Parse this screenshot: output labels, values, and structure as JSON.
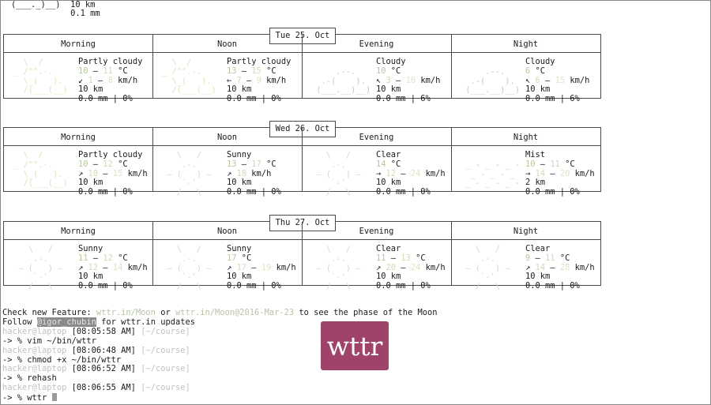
{
  "top": {
    "visibility_line": "(___._)__)  10 km",
    "precip_line": "            0.1 mm"
  },
  "icons": {
    "partly_cloudy": "  \\  /\n_ /\"\".-.\n  \\_(   ).\n  /(___(__)",
    "cloudy": "\n     .--.\n  .-(    ).\n (___.__)__)",
    "sunny": "   \\   /\n    .-.\n ― (   ) ―\n    `-'\n   /   \\",
    "mist": "\n _ - _ - _ -\n  _ - _ - _\n _ - _ - _ -"
  },
  "days": [
    {
      "date": "Tue 25. Oct",
      "periods": [
        {
          "name": "Morning",
          "icon": "partly_cloudy",
          "cond": "Partly cloudy",
          "t1": "10",
          "t2": "11",
          "unit": "°C",
          "arrow": "↙",
          "w1": "1",
          "w2": "8",
          "vis": "10 km",
          "prec": "0.0 mm | 0%"
        },
        {
          "name": "Noon",
          "icon": "partly_cloudy",
          "cond": "Partly cloudy",
          "t1": "13",
          "t2": "15",
          "unit": "°C",
          "arrow": "←",
          "w1": "7",
          "w2": "9",
          "vis": "10 km",
          "prec": "0.0 mm | 0%"
        },
        {
          "name": "Evening",
          "icon": "cloudy",
          "cond": "Cloudy",
          "t1": "10",
          "t2": "",
          "unit": "°C",
          "arrow": "↖",
          "w1": "3",
          "w2": "10",
          "vis": "10 km",
          "prec": "0.0 mm | 6%"
        },
        {
          "name": "Night",
          "icon": "cloudy",
          "cond": "Cloudy",
          "t1": "6",
          "t2": "",
          "unit": "°C",
          "arrow": "↖",
          "w1": "6",
          "w2": "15",
          "vis": "10 km",
          "prec": "0.0 mm | 6%"
        }
      ]
    },
    {
      "date": "Wed 26. Oct",
      "periods": [
        {
          "name": "Morning",
          "icon": "partly_cloudy",
          "cond": "Partly cloudy",
          "t1": "10",
          "t2": "12",
          "unit": "°C",
          "arrow": "↗",
          "w1": "10",
          "w2": "15",
          "vis": "10 km",
          "prec": "0.0 mm | 0%"
        },
        {
          "name": "Noon",
          "icon": "sunny",
          "cond": "Sunny",
          "t1": "13",
          "t2": "17",
          "unit": "°C",
          "arrow": "↗",
          "w1": "18",
          "w2": "",
          "vis": "10 km",
          "prec": "0.0 mm | 0%"
        },
        {
          "name": "Evening",
          "icon": "sunny",
          "cond": "Clear",
          "t1": "14",
          "t2": "",
          "unit": "°C",
          "arrow": "→",
          "w1": "12",
          "w2": "24",
          "vis": "10 km",
          "prec": "0.0 mm | 0%"
        },
        {
          "name": "Night",
          "icon": "mist",
          "cond": "Mist",
          "t1": "10",
          "t2": "11",
          "unit": "°C",
          "arrow": "→",
          "w1": "14",
          "w2": "20",
          "vis": "2 km",
          "prec": "0.0 mm | 0%"
        }
      ]
    },
    {
      "date": "Thu 27. Oct",
      "periods": [
        {
          "name": "Morning",
          "icon": "sunny",
          "cond": "Sunny",
          "t1": "11",
          "t2": "12",
          "unit": "°C",
          "arrow": "↗",
          "w1": "12",
          "w2": "14",
          "vis": "10 km",
          "prec": "0.0 mm | 0%"
        },
        {
          "name": "Noon",
          "icon": "sunny",
          "cond": "Sunny",
          "t1": "17",
          "t2": "",
          "unit": "°C",
          "arrow": "↗",
          "w1": "17",
          "w2": "19",
          "vis": "10 km",
          "prec": "0.0 mm | 0%"
        },
        {
          "name": "Evening",
          "icon": "sunny",
          "cond": "Clear",
          "t1": "11",
          "t2": "13",
          "unit": "°C",
          "arrow": "↗",
          "w1": "20",
          "w2": "24",
          "vis": "10 km",
          "prec": "0.0 mm | 0%"
        },
        {
          "name": "Night",
          "icon": "sunny",
          "cond": "Clear",
          "t1": "9",
          "t2": "11",
          "unit": "°C",
          "arrow": "↗",
          "w1": "14",
          "w2": "28",
          "vis": "10 km",
          "prec": "0.0 mm | 0%"
        }
      ]
    }
  ],
  "terminal": {
    "feature_prefix": "Check new Feature: ",
    "link1": "wttr.in/Moon",
    "feature_mid": " or ",
    "link2": "wttr.in/Moon@2016-Mar-23",
    "feature_suffix": " to see the phase of the Moon",
    "follow_prefix": "Follow ",
    "handle": "@igor_chubin",
    "follow_suffix": " for wttr.in updates",
    "host": "hacker@laptop",
    "cwd": "[~/course]",
    "prompt": "-> % ",
    "entries": [
      {
        "time": "[08:05:58 AM]",
        "cmd": "vim ~/bin/wttr"
      },
      {
        "time": "[08:06:48 AM]",
        "cmd": "chmod +x ~/bin/wttr"
      },
      {
        "time": "[08:06:52 AM]",
        "cmd": "rehash"
      },
      {
        "time": "[08:06:55 AM]",
        "cmd": "wttr"
      }
    ]
  },
  "logo": {
    "text": "wttr",
    "color": "#a0436a"
  },
  "colors": {
    "temp_primary": "#b8c8a0",
    "temp_secondary": "#dde4c8",
    "link": "#b8c4a4"
  }
}
